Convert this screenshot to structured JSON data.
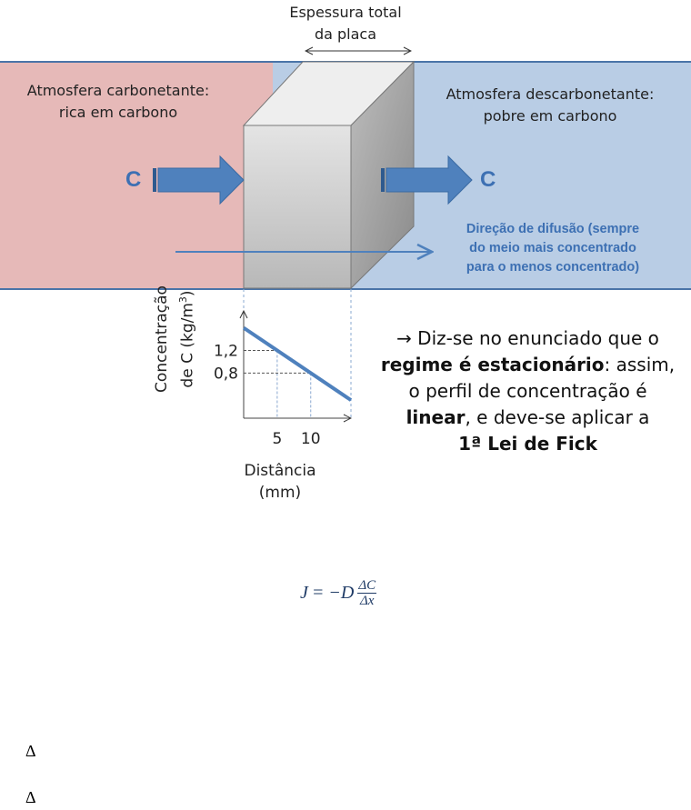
{
  "header": {
    "thickness_label_line1": "Espessura total",
    "thickness_label_line2": "da placa"
  },
  "left_region": {
    "line1": "Atmosfera carbonetante:",
    "line2": "rica em carbono",
    "color": "#e6b9b8"
  },
  "right_region": {
    "line1": "Atmosfera descarbonetante:",
    "line2": "pobre em carbono",
    "color": "#b9cde5"
  },
  "carbon_symbol_left": "C",
  "carbon_symbol_right": "C",
  "diffusion_direction": {
    "line1": "Direção de difusão (sempre",
    "line2": "do meio mais concentrado",
    "line3": "para o menos concentrado)"
  },
  "colors": {
    "accent": "#4f81bd",
    "accent_text": "#3d70b3",
    "border": "#4a74a8"
  },
  "chart_data": {
    "type": "line",
    "ylabel_line1": "Concentração",
    "ylabel_line2": "de C (kg/m",
    "ylabel_sup": "3",
    "ylabel_close": ")",
    "xlabel_line1": "Distância",
    "xlabel_line2": "(mm)",
    "x": [
      0,
      16
    ],
    "y": [
      1.6,
      0.32
    ],
    "marked_points": [
      {
        "x": 5,
        "y": 1.2
      },
      {
        "x": 10,
        "y": 0.8
      }
    ],
    "xticks": [
      "5",
      "10"
    ],
    "yticks": [
      "1,2",
      "0,8"
    ],
    "xlim": [
      0,
      16
    ],
    "ylim": [
      0,
      1.9
    ]
  },
  "note": {
    "arrow": "→",
    "part1": " Diz-se no enunciado que o",
    "bold1": "regime é estacionário",
    "part2": ": assim,",
    "part3": "o perfil de concentração é",
    "bold2": "linear",
    "part4": ", e deve-se aplicar a",
    "bold3": "1ª Lei de Fick"
  },
  "formula": {
    "lhs": "J",
    "eq": "= −D",
    "num": "ΔC",
    "den": "Δx"
  },
  "delta_symbols": [
    "Δ",
    "Δ"
  ]
}
